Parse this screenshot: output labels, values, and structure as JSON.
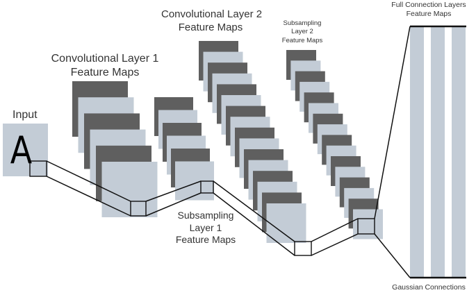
{
  "labels": {
    "input": "Input",
    "input_glyph": "A",
    "conv1": [
      "Convolutional Layer 1",
      "Feature Maps"
    ],
    "conv2": [
      "Convolutional Layer 2",
      "Feature Maps"
    ],
    "sub1": [
      "Subsampling",
      "Layer 1",
      "Feature Maps"
    ],
    "sub2": [
      "Subsampling",
      "Layer 2",
      "Feature Maps"
    ],
    "full": [
      "Full Connection Layers",
      "Feature Maps"
    ],
    "gaussian": "Gaussian Connections"
  },
  "colors": {
    "dark_map": "#5f5f5f",
    "light_map": "#c3ccd6",
    "line": "#111111",
    "text": "#333333"
  }
}
